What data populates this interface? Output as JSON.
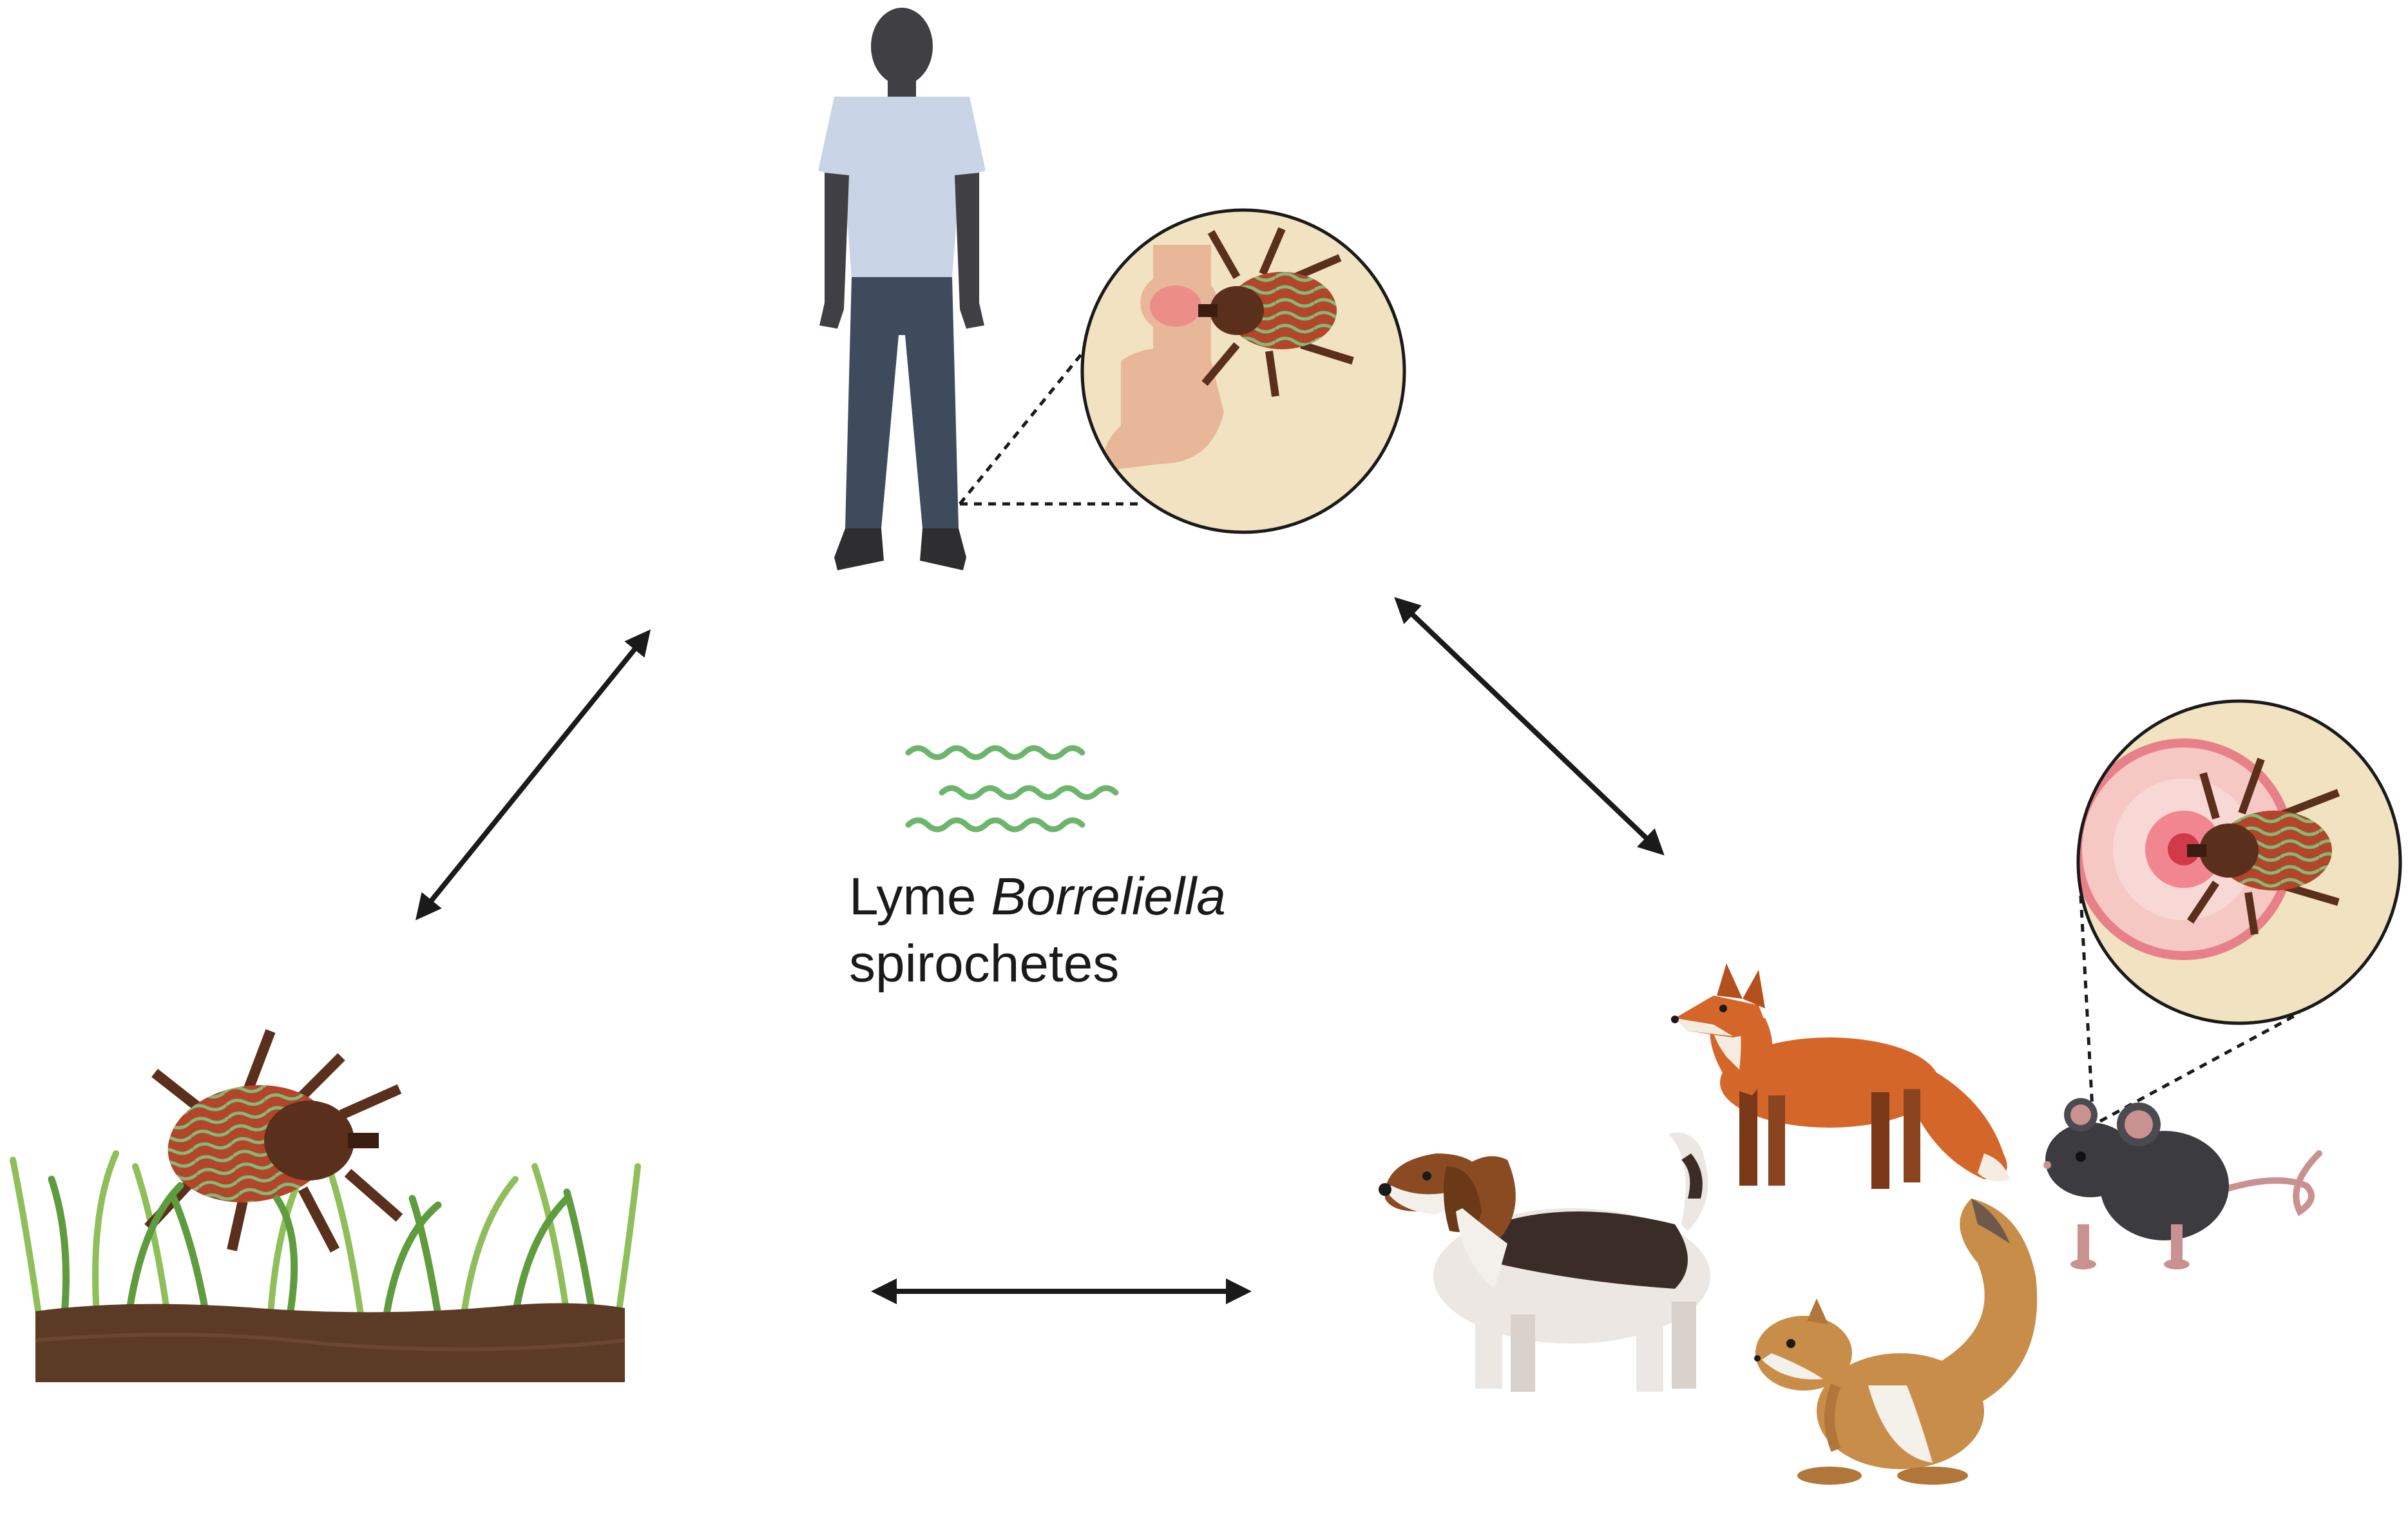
{
  "label": {
    "line1_plain": "Lyme ",
    "line1_italic": "Borreliella",
    "line2": "spirochetes"
  },
  "colors": {
    "arrow": "#1a1a1a",
    "spirochete": "#6db56d",
    "tick_body": "#b2452a",
    "tick_scutum": "#5a2f1c",
    "inset_bg": "#f1e3c1",
    "soil": "#5b3a26",
    "grass": "#5f9c3e",
    "human_skin": "#3f3f44",
    "human_shirt": "#c9d4e6",
    "human_jeans": "#3d4b5c",
    "fox": "#d4662a",
    "squirrel": "#c98d4a",
    "mouse": "#3c3c40"
  },
  "icons": [
    "human-icon",
    "tick-on-foot-inset-icon",
    "tick-on-skin-inset-icon",
    "tick-in-grass-icon",
    "spirochetes-icon",
    "fox-icon",
    "dog-icon",
    "squirrel-icon",
    "mouse-icon"
  ]
}
